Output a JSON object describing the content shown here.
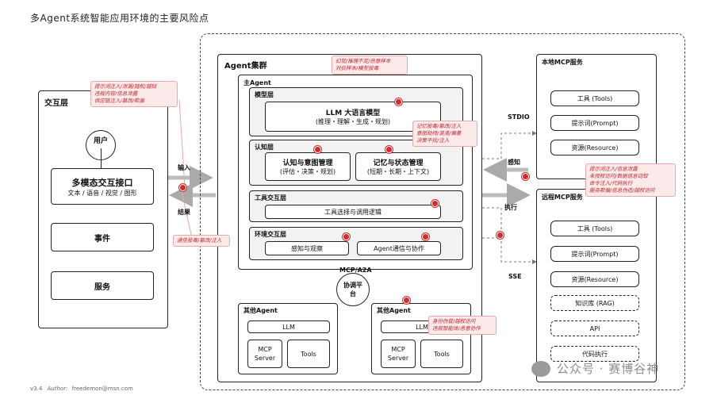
{
  "title": "多Agent系统智能应用环境的主要风险点",
  "interaction": {
    "title": "交互层",
    "user": "用户",
    "interface_title": "多模态交互接口",
    "interface_sub": "文本 / 语音 / 视觉 / 图形",
    "events": "事件",
    "services": "服务",
    "input_label": "输入",
    "result_label": "结果"
  },
  "cluster": {
    "title": "Agent集群",
    "main_agent": "主Agent",
    "model_layer": "模型层",
    "llm_title": "LLM 大语言模型",
    "llm_sub": "(推理・理解・生成・规划)",
    "cognition_layer": "认知层",
    "intent_title": "认知与意图管理",
    "intent_sub": "(评估・决策・规划)",
    "memory_title": "记忆与状态管理",
    "memory_sub": "(短期・长期・上下文)",
    "tool_layer": "工具交互层",
    "tool_select": "工具选择与调用逻辑",
    "env_layer": "环境交互层",
    "perceive": "感知与观察",
    "agent_comm": "Agent通信与协作",
    "mcp_a2a": "MCP/A2A",
    "coord": "协调平台",
    "other_agent": "其他Agent",
    "llm": "LLM",
    "mcp_server": "MCP Server",
    "tools": "Tools"
  },
  "local_mcp": {
    "title": "本地MCP服务",
    "items": [
      "工具 (Tools)",
      "提示词(Prompt)",
      "资源(Resource)"
    ]
  },
  "remote_mcp": {
    "title": "远程MCP服务",
    "items": [
      "工具 (Tools)",
      "提示词(Prompt)",
      "资源(Resource)",
      "知识库 (RAG)",
      "API",
      "代码执行"
    ]
  },
  "connectors": {
    "stdio": "STDIO",
    "sse": "SSE",
    "perceive": "感知",
    "execute": "执行"
  },
  "notes": {
    "n1": "提示词注入/泄漏/越权/越狱\n违规内容/信息泄露\n供应链注入/篡改/欺骗",
    "n2": "幻觉/推理不足/恶意样本\n对抗样本/模型投毒",
    "n3": "记忆投毒/篡改/注入\n意图劫持/混淆/偏差\n决策干扰/注入",
    "n4": "提示词注入/信息泄露\n未授权访问/数据信息窃取\n命令注入/代码执行\n服务欺骗/信息伪造/越权访问",
    "n5": "通信投毒/篡改/注入",
    "n6": "身份伪冒/越权访问\n违规智能体/恶意协作"
  },
  "footer": {
    "version": "v3.4",
    "author_label": "Author:",
    "author": "freedemon@msn.com",
    "watermark": "公众号 · 赛博谷神"
  },
  "colors": {
    "risk": "#d42a2a",
    "note_bg": "#fbeaea"
  }
}
